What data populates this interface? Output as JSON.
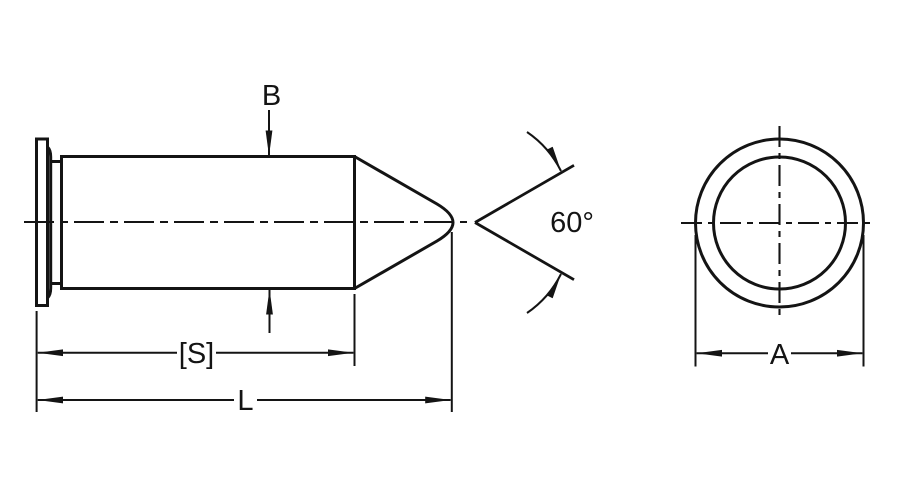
{
  "drawing": {
    "background_color": "#ffffff",
    "line_color": "#141414",
    "labels": {
      "diameter_b": "B",
      "body_length_s": "[S]",
      "overall_length_l": "L",
      "head_diameter_a": "A",
      "point_angle": "60°"
    }
  }
}
